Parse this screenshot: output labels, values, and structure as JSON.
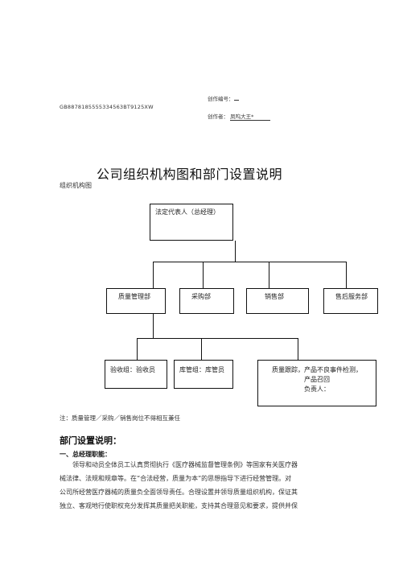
{
  "header": {
    "edit_no_label": "创作编号：",
    "doc_code": "GB8878185555334563BT9125XW",
    "author_label": "创作者：",
    "author_name": "凤呜大王*"
  },
  "title": "公司组织机构图和部门设置说明",
  "subtitle": "组织机构图",
  "org": {
    "top": "法定代表人（总经理）",
    "departments": [
      "质量管理部",
      "采购部",
      "销售部",
      "售后服务部"
    ],
    "sub_roles": [
      "验收组：验收员",
      "库管组：库管员",
      "质量跟踪，产品不良事件检测，",
      "产品召回",
      "负责人："
    ]
  },
  "note": "注：质量管理／采购／销售岗位不得相互兼任",
  "section": {
    "heading": "部门设置说明：",
    "item1_heading": "一、总经理职能：",
    "item1_lines": [
      "领导和动员全体员工认真贯彻执行《医疗器械监督管理条例》等国家有关医疗器",
      "械法律、法规和规章等。在“合法经营，质量为本”的思想指导下进行经营管理。对",
      "公司所经营医疗器械的质量负全面领导责任。合理设置并领导质量组织机构，保证其",
      "独立、客观地行使职权充分发挥其质量把关职能，支持其合理意见和要求，提供并保"
    ]
  }
}
